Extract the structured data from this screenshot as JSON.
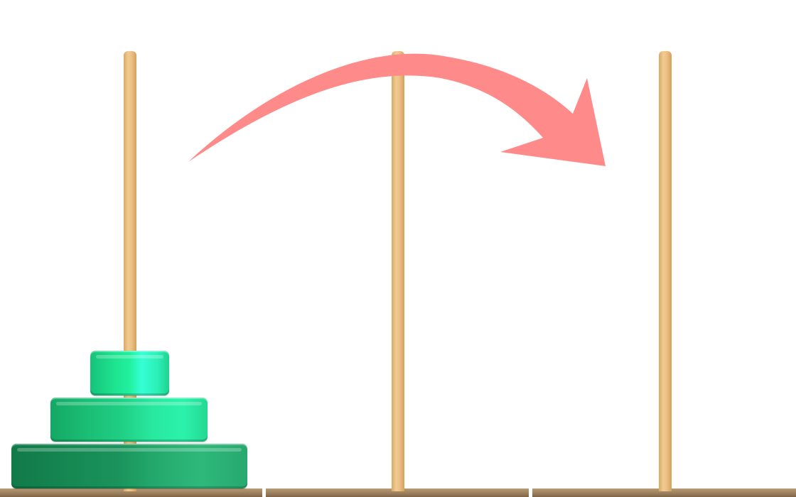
{
  "game": "tower-of-hanoi",
  "pegs": [
    {
      "id": "left",
      "disks": [
        "large",
        "medium",
        "small"
      ]
    },
    {
      "id": "middle",
      "disks": []
    },
    {
      "id": "right",
      "disks": []
    }
  ],
  "move_hint": {
    "from": "left",
    "to": "right",
    "icon": "curved-arrow-icon",
    "color": "#ff8a8a"
  },
  "colors": {
    "peg": "#ecc185",
    "base": "#9c7f5b",
    "disk_small": "#21f09e",
    "disk_medium": "#1fcf84",
    "disk_large": "#1a935b",
    "arrow": "#ff8a8a"
  }
}
